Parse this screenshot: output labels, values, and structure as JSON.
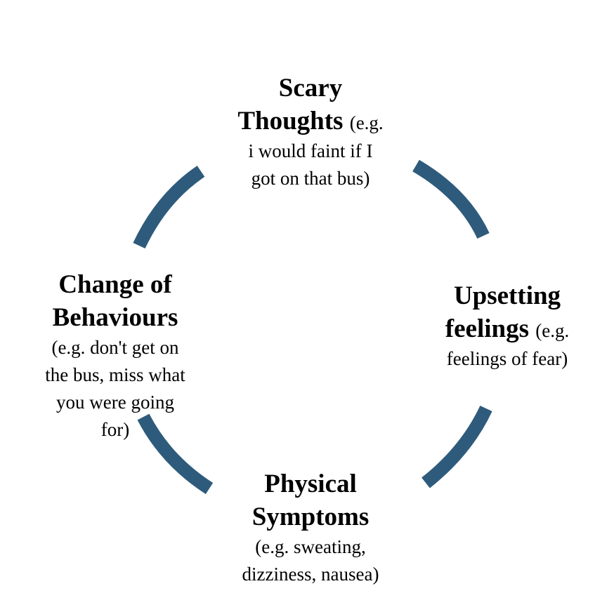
{
  "diagram": {
    "arrow_color": "#2e5b7b",
    "nodes": [
      {
        "title_line1": "Scary",
        "title_line2": "Thoughts",
        "inline_note": "(e.g.",
        "body_lines": [
          "i would faint if I",
          "got on that bus)"
        ]
      },
      {
        "title_line1": "Upsetting",
        "title_line2": "feelings",
        "inline_note": "(e.g.",
        "body_lines": [
          "feelings of fear)"
        ]
      },
      {
        "title_line1": "Physical",
        "title_line2": "Symptoms",
        "inline_note": "",
        "body_lines": [
          "(e.g. sweating,",
          "dizziness, nausea)"
        ]
      },
      {
        "title_line1": "Change of",
        "title_line2": "Behaviours",
        "inline_note": "",
        "body_lines": [
          "(e.g. don't get on",
          "the bus, miss what",
          "you were going",
          "for)"
        ]
      }
    ]
  }
}
